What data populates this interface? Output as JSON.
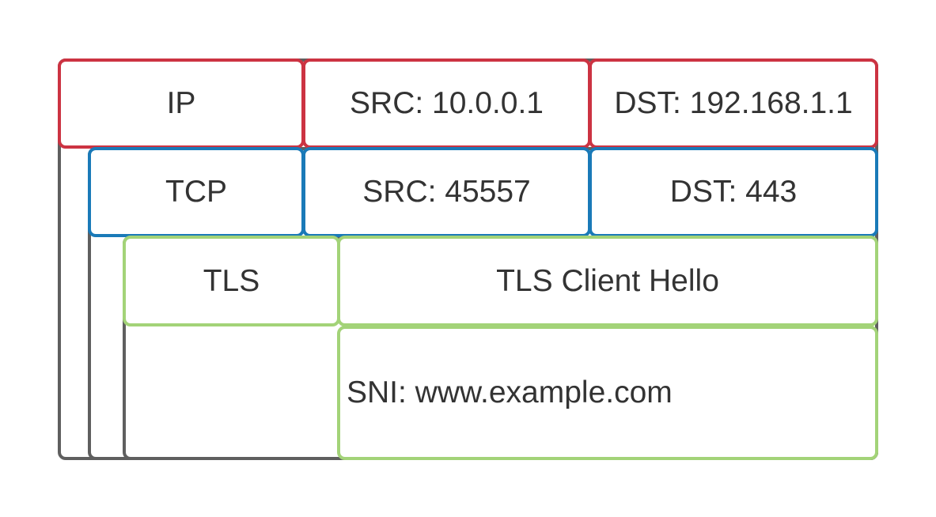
{
  "colors": {
    "ip": "#cc3342",
    "tcp": "#1a7ab8",
    "tls": "#a3d378",
    "frame": "#5f5f5f",
    "text": "#333333"
  },
  "ip": {
    "label": "IP",
    "src": "SRC: 10.0.0.1",
    "dst": "DST: 192.168.1.1"
  },
  "tcp": {
    "label": "TCP",
    "src": "SRC: 45557",
    "dst": "DST: 443"
  },
  "tls": {
    "label": "TLS",
    "message": "TLS Client Hello",
    "sni": "SNI: www.example.com"
  }
}
